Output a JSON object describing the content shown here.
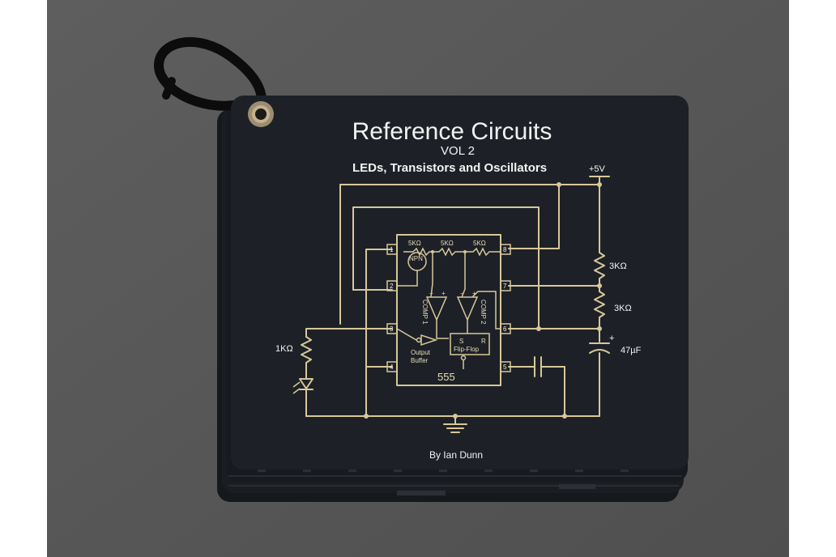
{
  "card": {
    "title": "Reference Circuits",
    "volume": "VOL 2",
    "subtitle": "LEDs, Transistors and Oscillators",
    "author": "By Ian Dunn"
  },
  "schematic": {
    "supply": "+5V",
    "r_top": "3KΩ",
    "r_bottom": "3KΩ",
    "capacitor": "47µF",
    "cap_plus": "+",
    "led_resistor": "1KΩ",
    "ic": "555",
    "divider_1": "5KΩ",
    "divider_2": "5KΩ",
    "divider_3": "5KΩ",
    "transistor": "NPN",
    "comp1": "COMP 1",
    "comp2": "COMP 2",
    "buffer_line1": "Output",
    "buffer_line2": "Buffer",
    "flipflop_s": "S",
    "flipflop_r": "R",
    "flipflop": "Flip-Flop",
    "pins": [
      "1",
      "2",
      "3",
      "4",
      "5",
      "6",
      "7",
      "8"
    ],
    "minus": "−",
    "plus": "+"
  },
  "colors": {
    "background": "#ffffff",
    "backdrop": "#585858",
    "card": "#1d2127",
    "trace": "#d8c79a"
  }
}
